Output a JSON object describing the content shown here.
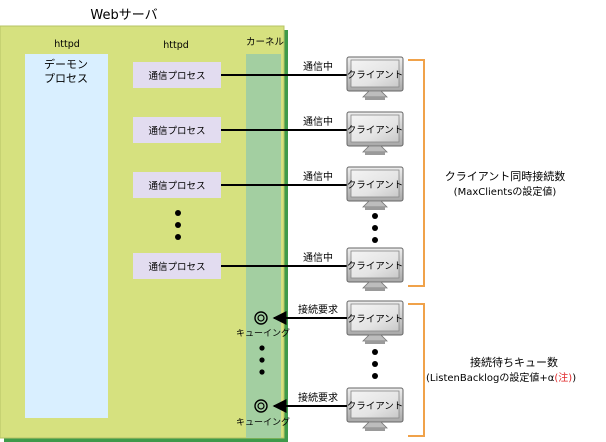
{
  "server": {
    "title": "Webサーバ",
    "col_daemon_header": "httpd",
    "col_procs_header": "httpd",
    "col_kernel_header": "カーネル",
    "daemon_label_line1": "デーモン",
    "daemon_label_line2": "プロセス"
  },
  "processes": [
    {
      "label": "通信プロセス"
    },
    {
      "label": "通信プロセス"
    },
    {
      "label": "通信プロセス"
    },
    {
      "label": "通信プロセス"
    }
  ],
  "connections": [
    {
      "label": "通信中",
      "client_label": "クライアント"
    },
    {
      "label": "通信中",
      "client_label": "クライアント"
    },
    {
      "label": "通信中",
      "client_label": "クライアント"
    },
    {
      "label": "通信中",
      "client_label": "クライアント"
    }
  ],
  "queue": [
    {
      "request_label": "接続要求",
      "queue_label": "キューイング",
      "client_label": "クライアント"
    },
    {
      "request_label": "接続要求",
      "queue_label": "キューイング",
      "client_label": "クライアント"
    }
  ],
  "annotations": {
    "clients_title": "クライアント同時接続数",
    "clients_sub": "(MaxClientsの設定値)",
    "queue_title": "接続待ちキュー数",
    "queue_sub_main": "(ListenBacklogの設定値+α",
    "queue_note": "(注)",
    "queue_sub_close": ")"
  },
  "colors": {
    "server_bg": "#d6e17f",
    "server_shadow": "#3e9a4a",
    "daemon_bg": "#d9efff",
    "process_bg": "#e2dcf0",
    "kernel_bg": "#a3cfa1",
    "bracket": "#f0a24a",
    "note": "#e0282a"
  }
}
